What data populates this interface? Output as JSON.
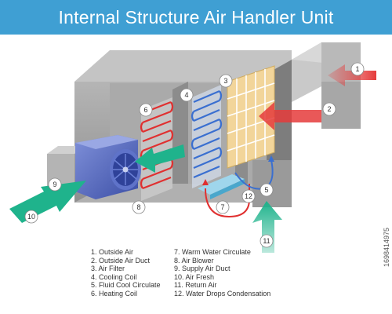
{
  "title": "Internal Structure Air Handler Unit",
  "callouts": [
    "1",
    "2",
    "3",
    "4",
    "5",
    "6",
    "7",
    "8",
    "9",
    "10",
    "11",
    "12"
  ],
  "legend": {
    "col1": [
      "1. Outside Air",
      "2. Outside Air Duct",
      "3. Air Filter",
      "4. Cooling Coil",
      "5. Fluid Cool Circulate",
      "6. Heating Coil"
    ],
    "col2": [
      "7. Warm Water Circulate",
      "8. Air Blower",
      "9. Supply Air Duct",
      "10. Air Fresh",
      "11. Return Air",
      "12. Water Drops Condensation"
    ]
  },
  "side_id": "1698414975",
  "colors": {
    "title_bar": "#3f9fd3",
    "housing": "#9c9c9c",
    "housing_dark": "#7a7a7a",
    "housing_light": "#c9c9c9",
    "heating_coil": "#e03030",
    "cooling_coil": "#3a6fd0",
    "filter": "#f2d59a",
    "blower": "#4a5fb8",
    "arrow_green": "#1fb38c",
    "arrow_red": "#e53b3b"
  }
}
